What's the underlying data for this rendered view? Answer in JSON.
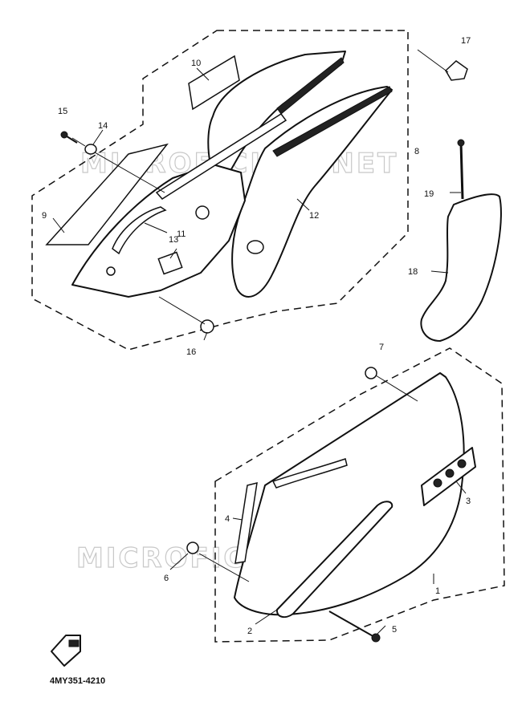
{
  "diagram_code": "4MY351-4210",
  "watermarks": [
    "MICROFICHES.NET",
    "MICROFICHES.NET"
  ],
  "callouts": {
    "c1": "1",
    "c2": "2",
    "c3": "3",
    "c4": "4",
    "c5": "5",
    "c6": "6",
    "c7": "7",
    "c8": "8",
    "c9": "9",
    "c10": "10",
    "c11": "11",
    "c12": "12",
    "c13": "13",
    "c14": "14",
    "c15": "15",
    "c16": "16",
    "c17": "17",
    "c18": "18",
    "c19": "19"
  },
  "colors": {
    "ink": "#111111",
    "paper": "#ffffff",
    "watermark": "#c8c8c8"
  }
}
